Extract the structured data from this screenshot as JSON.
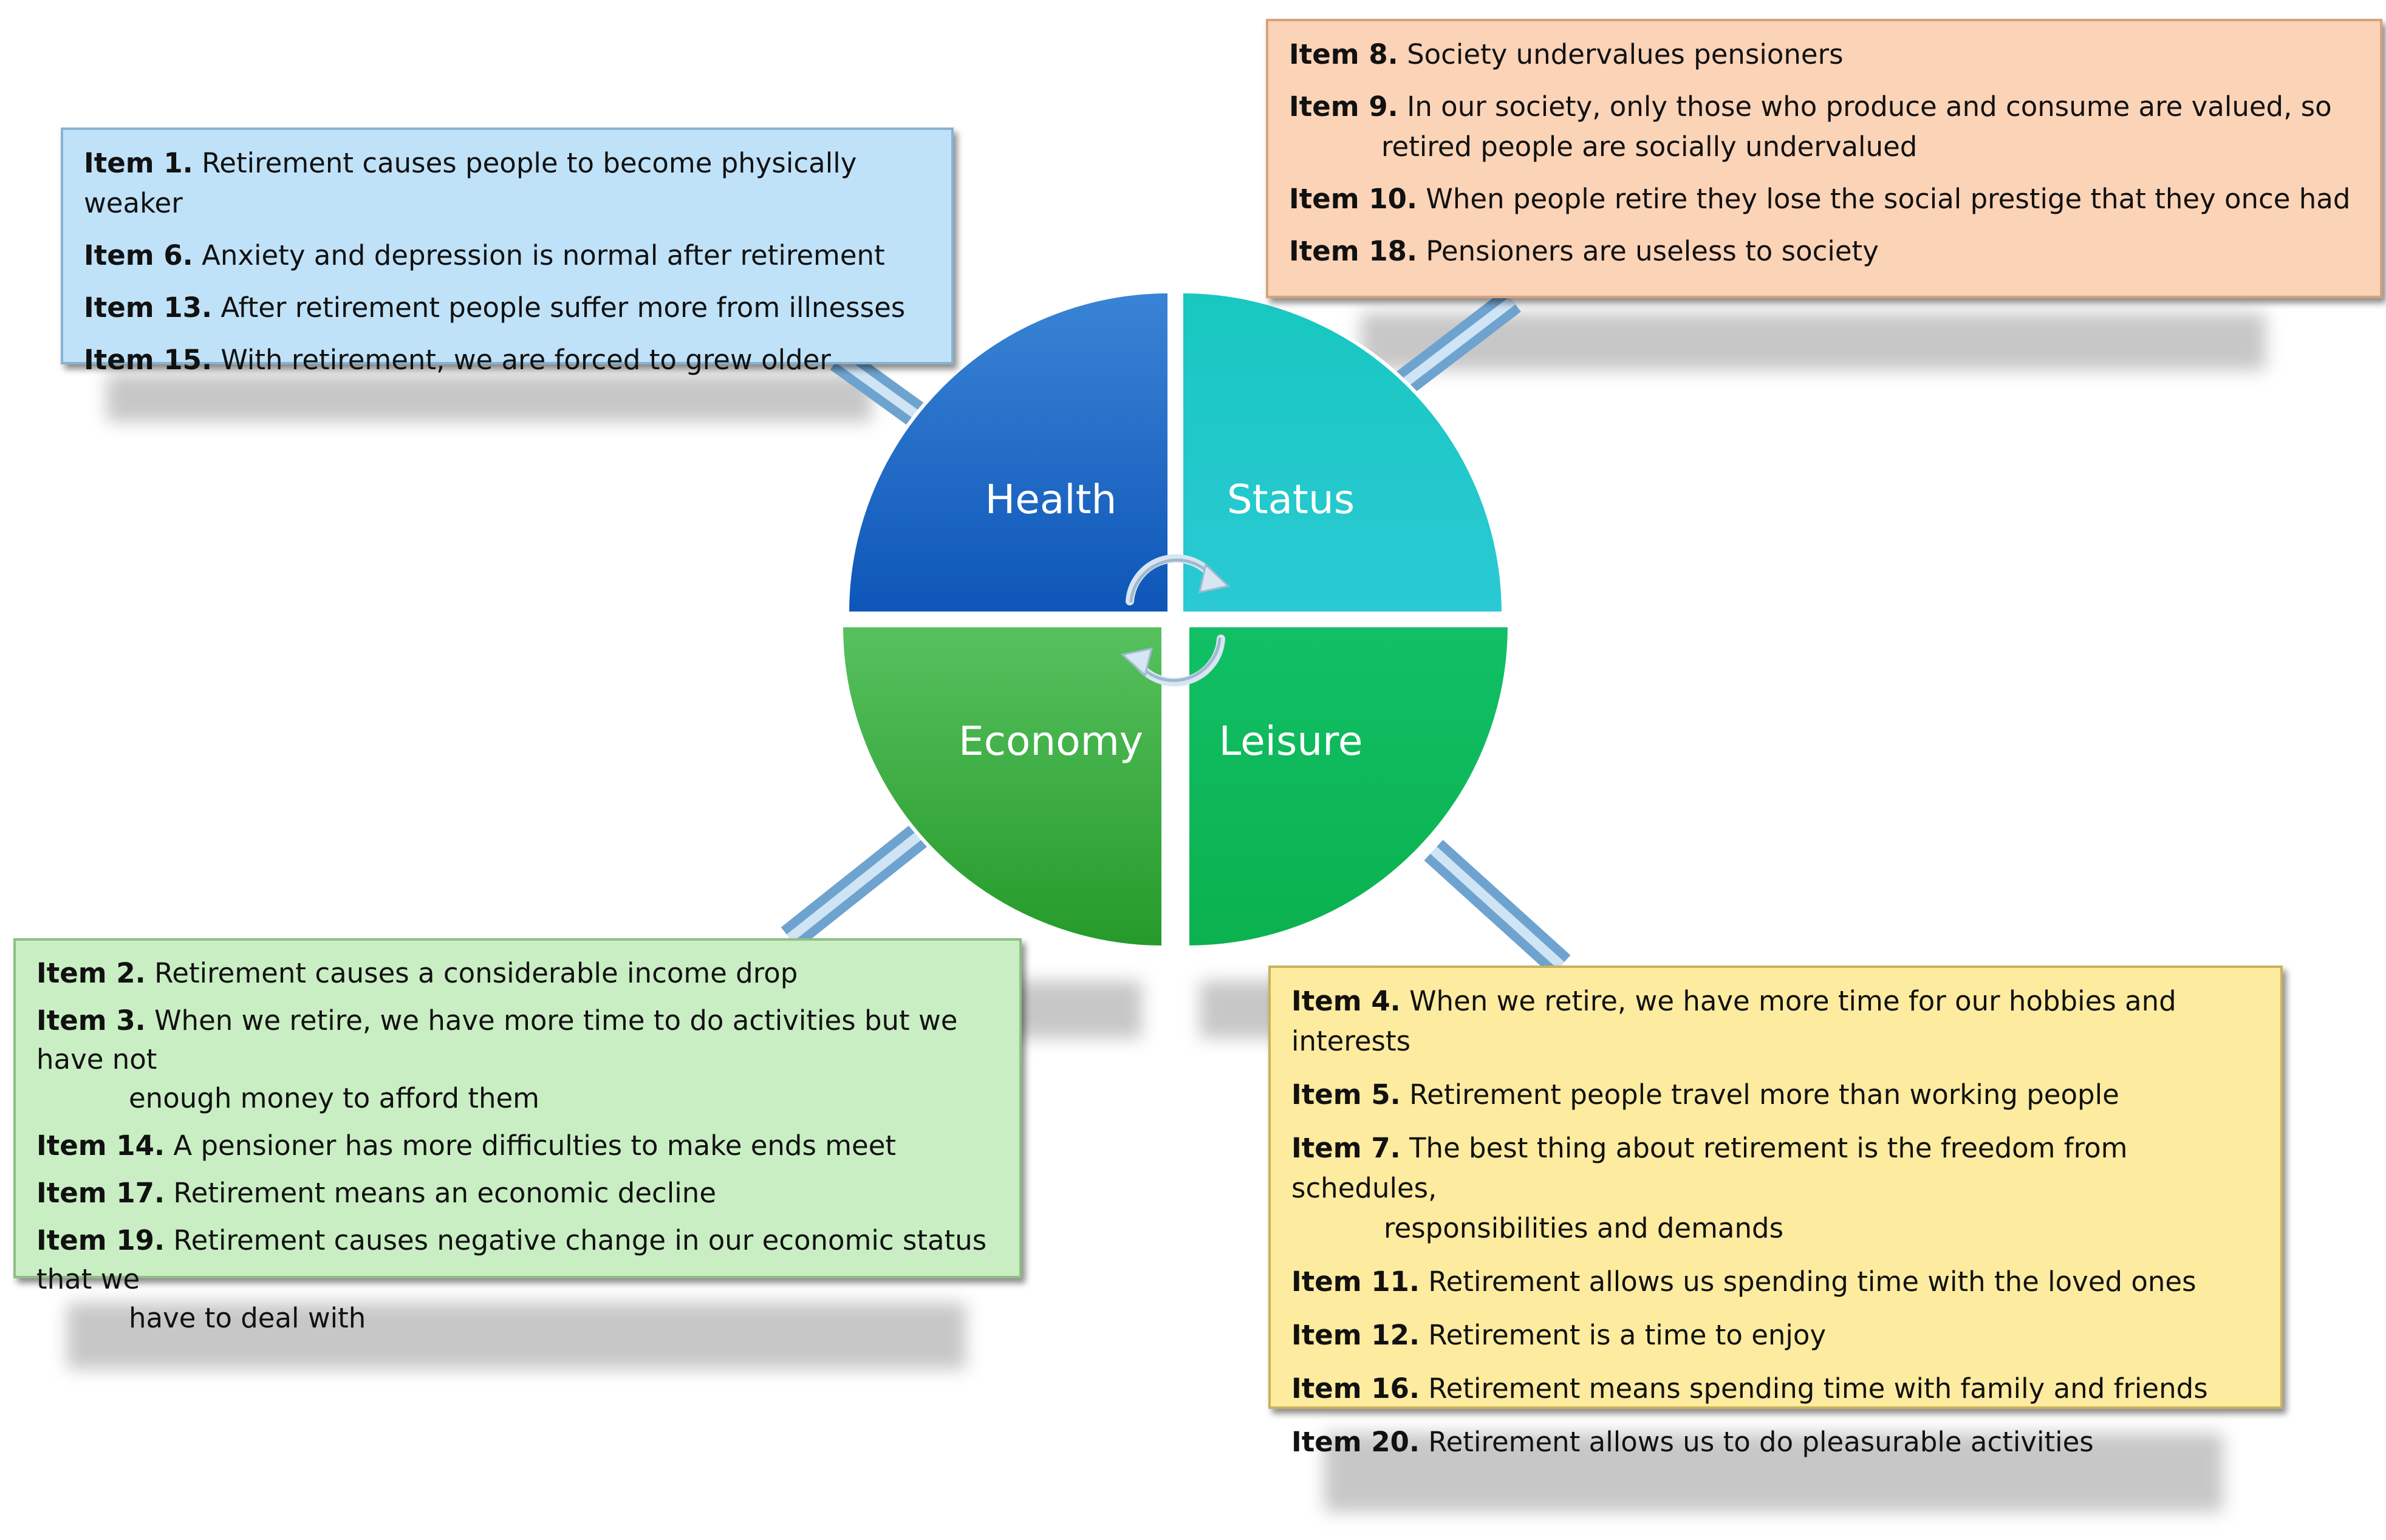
{
  "quadrants": {
    "health": "Health",
    "status": "Status",
    "economy": "Economy",
    "leisure": "Leisure"
  },
  "health_items": [
    {
      "num": "Item 1.",
      "text": "Retirement causes people to become physically weaker"
    },
    {
      "num": "Item 6.",
      "text": "Anxiety and depression is normal after retirement"
    },
    {
      "num": "Item 13.",
      "text": "After retirement people suffer more from illnesses"
    },
    {
      "num": "Item 15.",
      "text": "With retirement, we are forced to grew older"
    }
  ],
  "status_items": [
    {
      "num": "Item 8.",
      "text": "Society undervalues pensioners"
    },
    {
      "num": "Item 9.",
      "text": "In our society, only those who produce and consume are valued, so",
      "cont": "retired people are socially undervalued"
    },
    {
      "num": "Item 10.",
      "text": "When people retire they lose the social prestige that they once had"
    },
    {
      "num": "Item 18.",
      "text": "Pensioners are useless to society"
    }
  ],
  "economy_items": [
    {
      "num": "Item 2.",
      "text": "Retirement causes a considerable income drop"
    },
    {
      "num": "Item 3.",
      "text": "When we retire, we have more time to do activities but we have not",
      "cont": "enough money to afford them"
    },
    {
      "num": "Item 14.",
      "text": "A pensioner has more difficulties to make ends meet"
    },
    {
      "num": "Item 17.",
      "text": "Retirement means an economic decline"
    },
    {
      "num": "Item 19.",
      "text": "Retirement causes negative change in our economic status that we",
      "cont": "have to deal with"
    }
  ],
  "leisure_items": [
    {
      "num": "Item 4.",
      "text": "When we retire, we have more time for our hobbies and interests"
    },
    {
      "num": "Item 5.",
      "text": "Retirement people travel more than working people"
    },
    {
      "num": "Item 7.",
      "text": "The best thing about retirement is the freedom from schedules,",
      "cont": "responsibilities and demands"
    },
    {
      "num": "Item 11.",
      "text": " Retirement allows us spending time with the loved ones"
    },
    {
      "num": "Item 12.",
      "text": "Retirement is a time to enjoy"
    },
    {
      "num": "Item 16.",
      "text": "Retirement means spending time with family and friends"
    },
    {
      "num": "Item 20.",
      "text": "Retirement allows us to do pleasurable activities"
    }
  ],
  "colors": {
    "health": "#1f6fcf",
    "status": "#1fc6c2",
    "economy": "#3db74a",
    "leisure": "#14c064",
    "health_box": "#c0e2f8",
    "status_box": "#fbd3b7",
    "economy_box": "#c9eec3",
    "leisure_box": "#fdeb9f"
  },
  "icons": [
    "cycle-arrows-icon"
  ]
}
